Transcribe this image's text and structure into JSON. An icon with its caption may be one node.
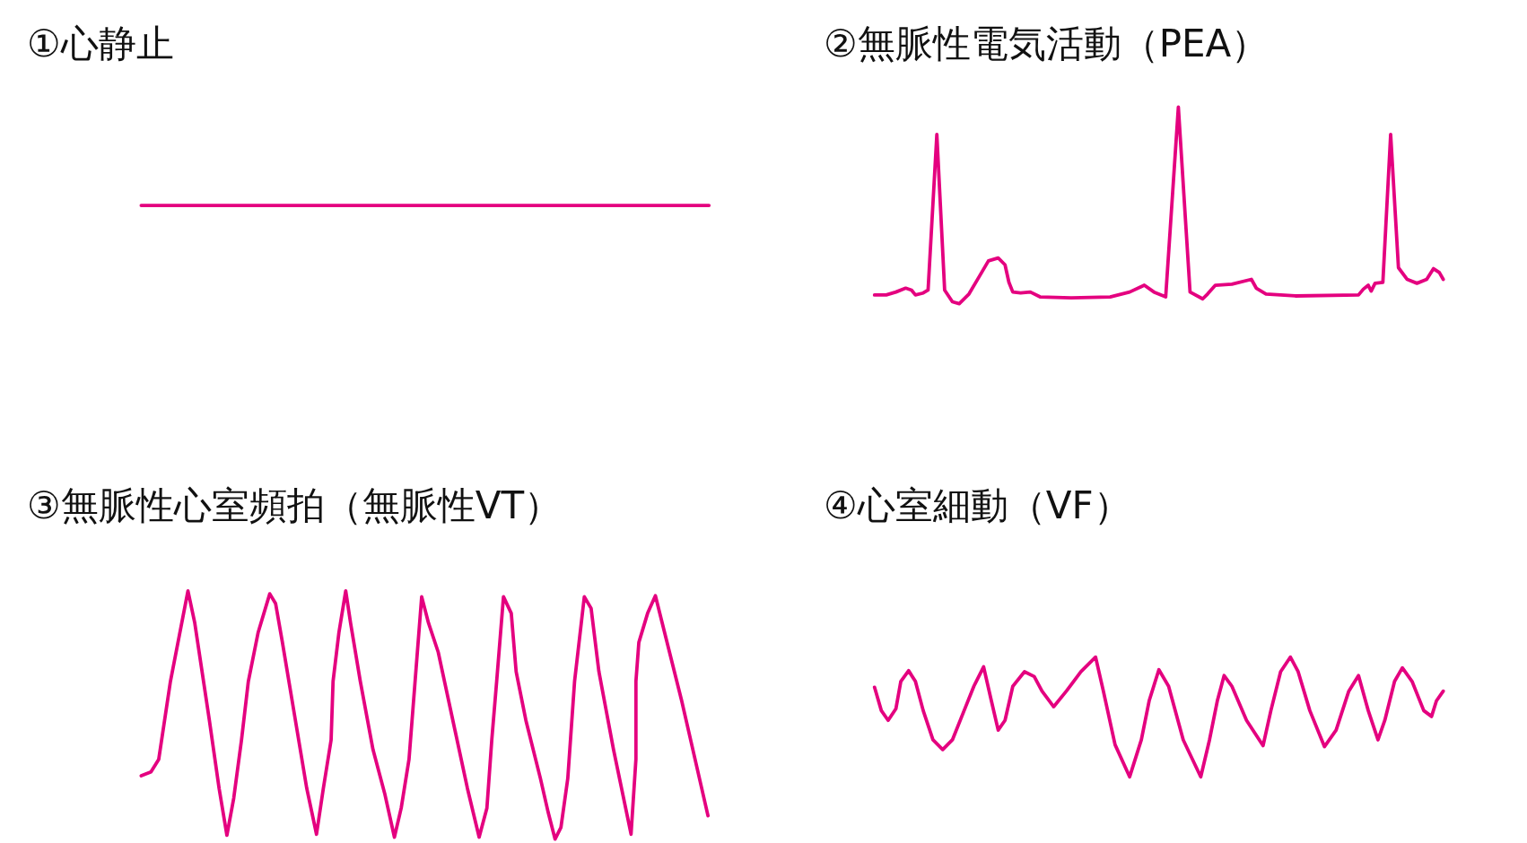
{
  "diagram": {
    "labels": [
      "①心静止",
      "②無脈性電気活動（PEA）",
      "③無脈性心室頻拍（無脈性VT）",
      "④心室細動（VF）"
    ]
  }
}
